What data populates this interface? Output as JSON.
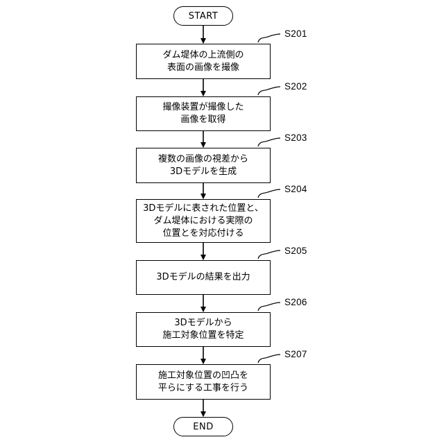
{
  "start_label": "START",
  "end_label": "END",
  "steps": [
    {
      "id": "S201",
      "text": "ダム堤体の上流側の\n表面の画像を撮像"
    },
    {
      "id": "S202",
      "text": "撮像装置が撮像した\n画像を取得"
    },
    {
      "id": "S203",
      "text": "複数の画像の視差から\n3Dモデルを生成"
    },
    {
      "id": "S204",
      "text": "3Dモデルに表された位置と、\nダム堤体における実際の\n位置とを対応付ける"
    },
    {
      "id": "S205",
      "text": "3Dモデルの結果を出力"
    },
    {
      "id": "S206",
      "text": "3Dモデルから\n施工対象位置を特定"
    },
    {
      "id": "S207",
      "text": "施工対象位置の凹凸を\n平らにする工事を行う"
    }
  ]
}
